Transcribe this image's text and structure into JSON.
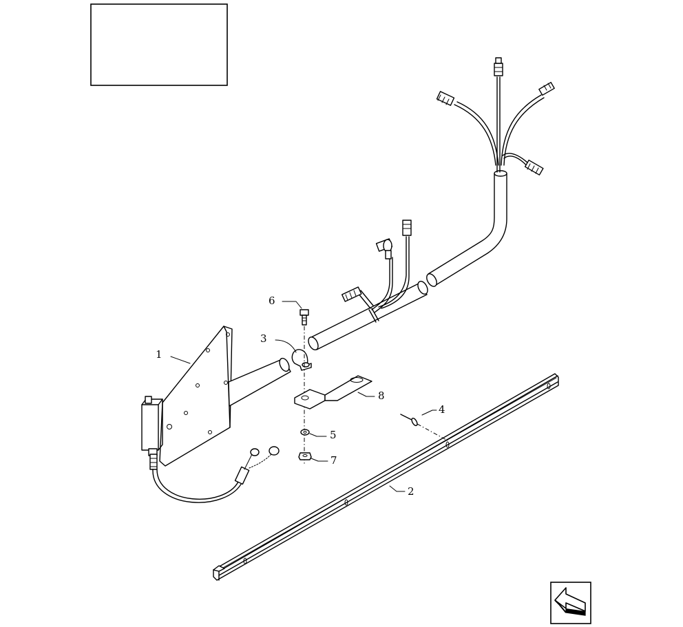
{
  "callouts": {
    "c1": "1",
    "c2": "2",
    "c3": "3",
    "c4": "4",
    "c5": "5",
    "c6": "6",
    "c7": "7",
    "c8": "8"
  },
  "icons": {
    "nav": "arrow-back-icon"
  }
}
